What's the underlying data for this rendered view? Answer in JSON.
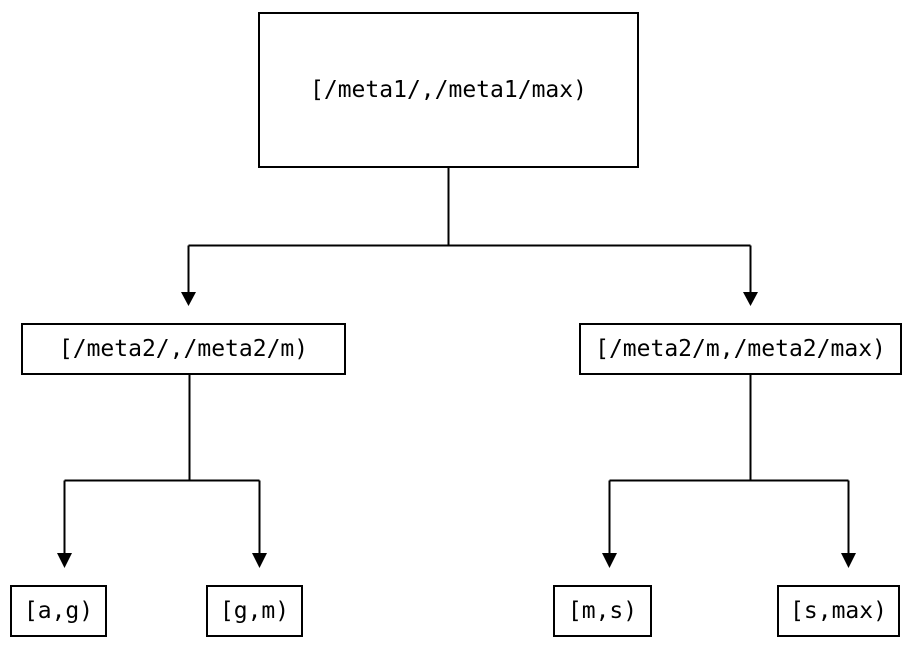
{
  "diagram": {
    "type": "interval-partition-tree",
    "title": "Hierarchical interval range tree",
    "background_color": "#ffffff",
    "stroke_color": "#000000",
    "text_color": "#000000",
    "stroke_width": 2,
    "nodes": {
      "root": {
        "label": "[/meta1/,/meta1/max)",
        "level": 0
      },
      "mid_left": {
        "label": "[/meta2/,/meta2/m)",
        "level": 1
      },
      "mid_right": {
        "label": "[/meta2/m,/meta2/max)",
        "level": 1
      },
      "leaf_1": {
        "label": "[a,g)",
        "level": 2
      },
      "leaf_2": {
        "label": "[g,m)",
        "level": 2
      },
      "leaf_3": {
        "label": "[m,s)",
        "level": 2
      },
      "leaf_4": {
        "label": "[s,max)",
        "level": 2
      }
    },
    "edges": [
      {
        "from": "root",
        "to": "mid_left",
        "arrow": "down"
      },
      {
        "from": "root",
        "to": "mid_right",
        "arrow": "down"
      },
      {
        "from": "mid_left",
        "to": "leaf_1",
        "arrow": "down"
      },
      {
        "from": "mid_left",
        "to": "leaf_2",
        "arrow": "down"
      },
      {
        "from": "mid_right",
        "to": "leaf_3",
        "arrow": "down"
      },
      {
        "from": "mid_right",
        "to": "leaf_4",
        "arrow": "down"
      }
    ]
  }
}
